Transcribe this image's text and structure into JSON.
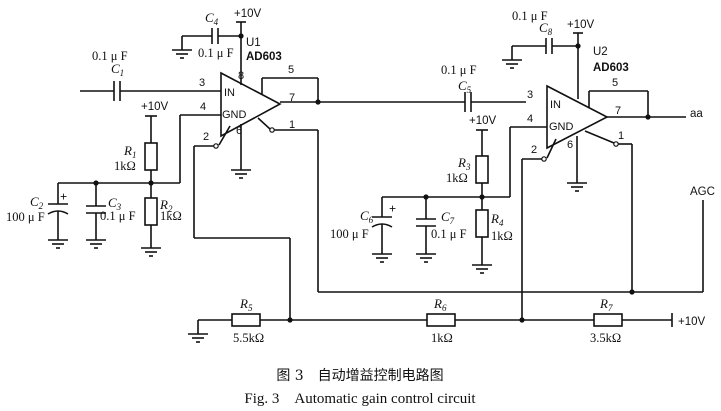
{
  "components": {
    "u1": {
      "ref": "U1",
      "part": "AD603",
      "pin_in": "IN",
      "pin_gnd": "GND",
      "pins": [
        "8",
        "5",
        "7",
        "3",
        "4",
        "2",
        "6",
        "1"
      ]
    },
    "u2": {
      "ref": "U2",
      "part": "AD603",
      "pin_in": "IN",
      "pin_gnd": "GND",
      "pins": [
        "5",
        "7",
        "3",
        "4",
        "2",
        "6",
        "1"
      ]
    },
    "c1": {
      "ref": "C",
      "sub": "1",
      "value": "0.1 μ F"
    },
    "c2": {
      "ref": "C",
      "sub": "2",
      "value": "100 μ F"
    },
    "c3": {
      "ref": "C",
      "sub": "3",
      "value": "0.1 μ F"
    },
    "c4": {
      "ref": "C",
      "sub": "4",
      "value": "0.1 μ F"
    },
    "c5": {
      "ref": "C",
      "sub": "5",
      "value": "0.1 μ F"
    },
    "c6": {
      "ref": "C",
      "sub": "6",
      "value": "100 μ F"
    },
    "c7": {
      "ref": "C",
      "sub": "7",
      "value": "0.1 μ F"
    },
    "c8": {
      "ref": "C",
      "sub": "8",
      "value": "0.1 μ F"
    },
    "r1": {
      "ref": "R",
      "sub": "1",
      "value": "1kΩ"
    },
    "r2": {
      "ref": "R",
      "sub": "2",
      "value": "1kΩ"
    },
    "r3": {
      "ref": "R",
      "sub": "3",
      "value": "1kΩ"
    },
    "r4": {
      "ref": "R",
      "sub": "4",
      "value": "1kΩ"
    },
    "r5": {
      "ref": "R",
      "sub": "5",
      "value": "5.5kΩ"
    },
    "r6": {
      "ref": "R",
      "sub": "6",
      "value": "1kΩ"
    },
    "r7": {
      "ref": "R",
      "sub": "7",
      "value": "3.5kΩ"
    }
  },
  "supply": {
    "u1_vcc": "+10V",
    "r1_vcc": "+10V",
    "u2_vcc": "+10V",
    "r3_vcc": "+10V",
    "chain_vcc": "+10V",
    "u2_decoupling_value": "0.1 μ F"
  },
  "nets": {
    "output": "aa",
    "agc": "AGC"
  },
  "polarity": {
    "plus": "+"
  },
  "caption": {
    "cn": "图 3　自动增益控制电路图",
    "en": "Fig. 3　Automatic gain control circuit"
  }
}
